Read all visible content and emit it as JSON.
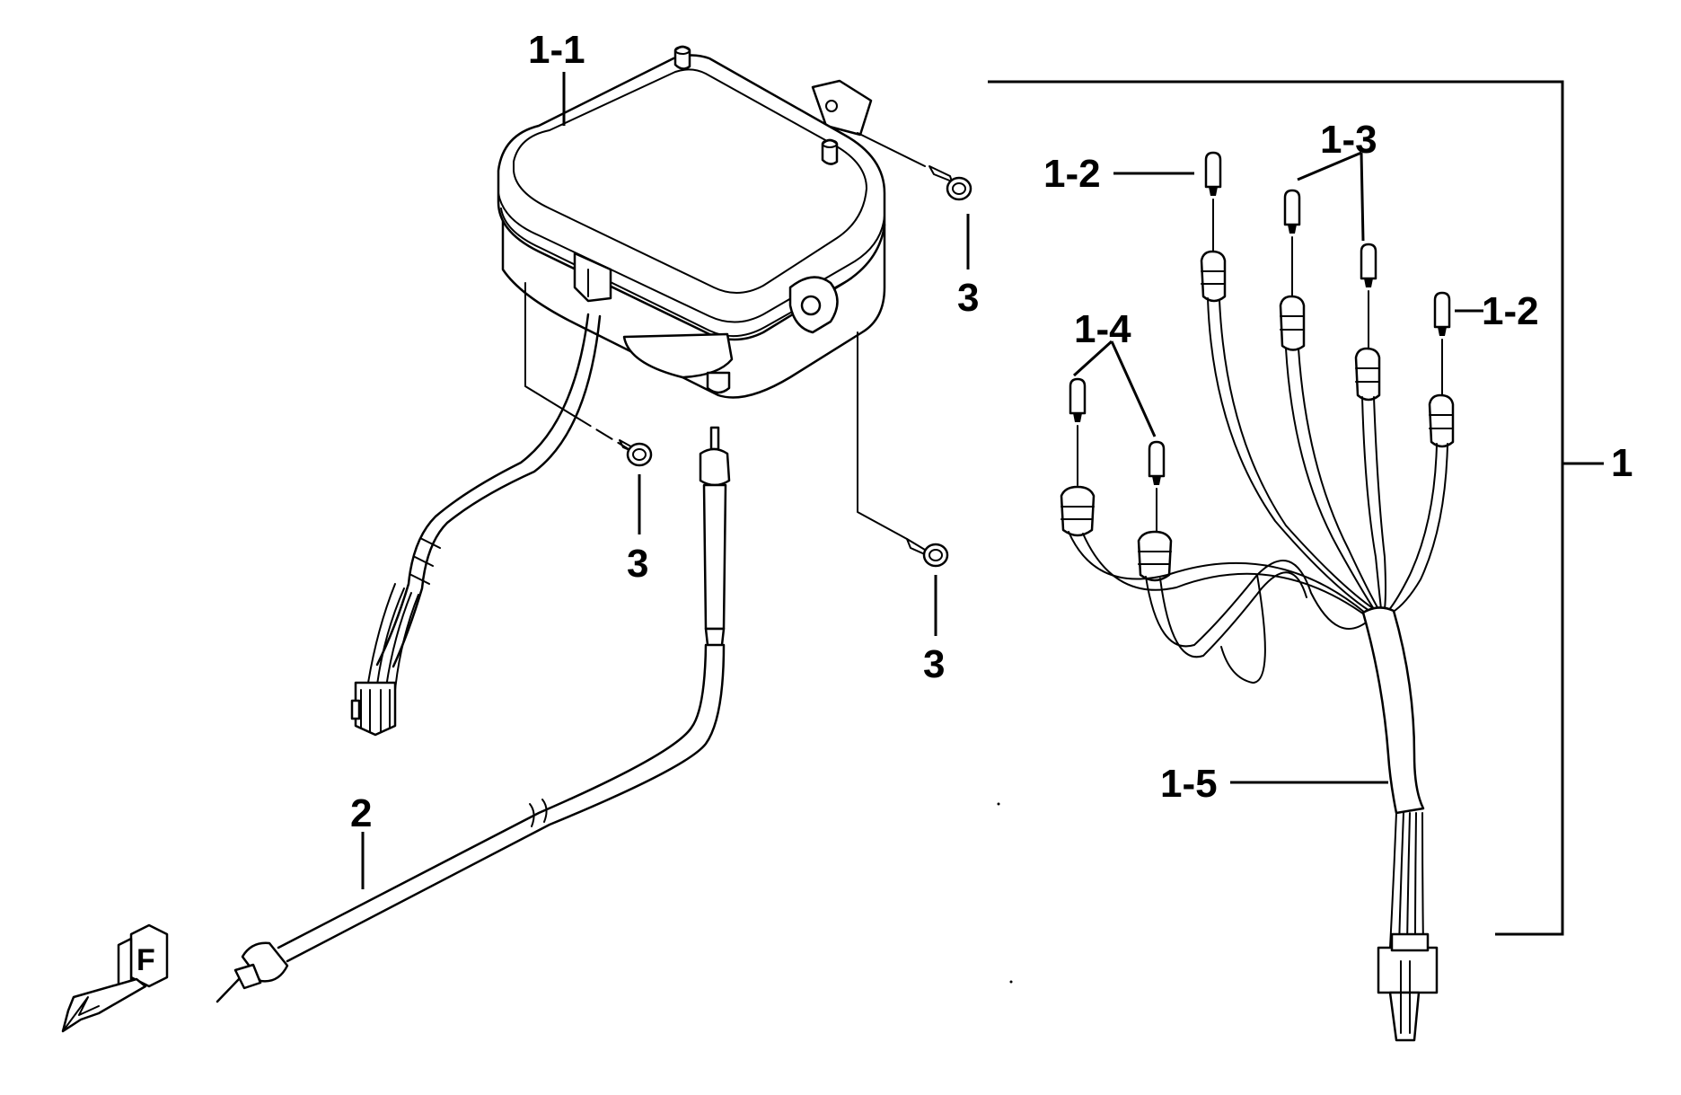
{
  "callouts": {
    "c_1_1": "1-1",
    "c_1_2_top": "1-2",
    "c_1_3": "1-3",
    "c_1_2_right": "1-2",
    "c_1_4": "1-4",
    "c_1": "1",
    "c_1_5": "1-5",
    "c_2": "2",
    "c_3_top": "3",
    "c_3_mid": "3",
    "c_3_bottom": "3"
  },
  "icons": {
    "front_arrow": "front-direction-arrow-icon",
    "front_letter": "F"
  }
}
